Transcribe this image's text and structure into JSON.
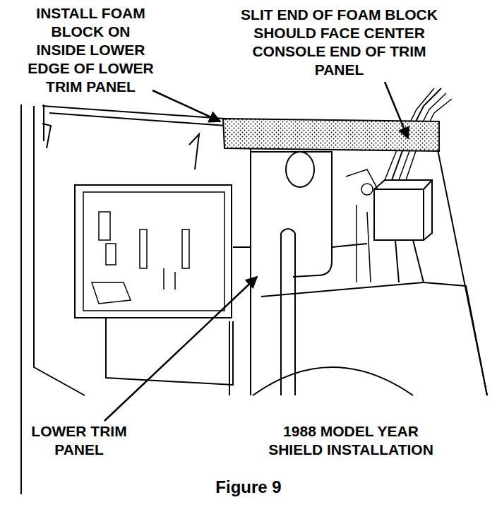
{
  "diagram": {
    "caption": "Figure 9",
    "labels": [
      "INSTALL FOAM BLOCK ON INSIDE LOWER EDGE OF LOWER TRIM PANEL",
      "SLIT END OF FOAM BLOCK SHOULD FACE CENTER CONSOLE END OF TRIM PANEL",
      "LOWER TRIM PANEL",
      "1988 MODEL YEAR SHIELD INSTALLATION"
    ]
  }
}
